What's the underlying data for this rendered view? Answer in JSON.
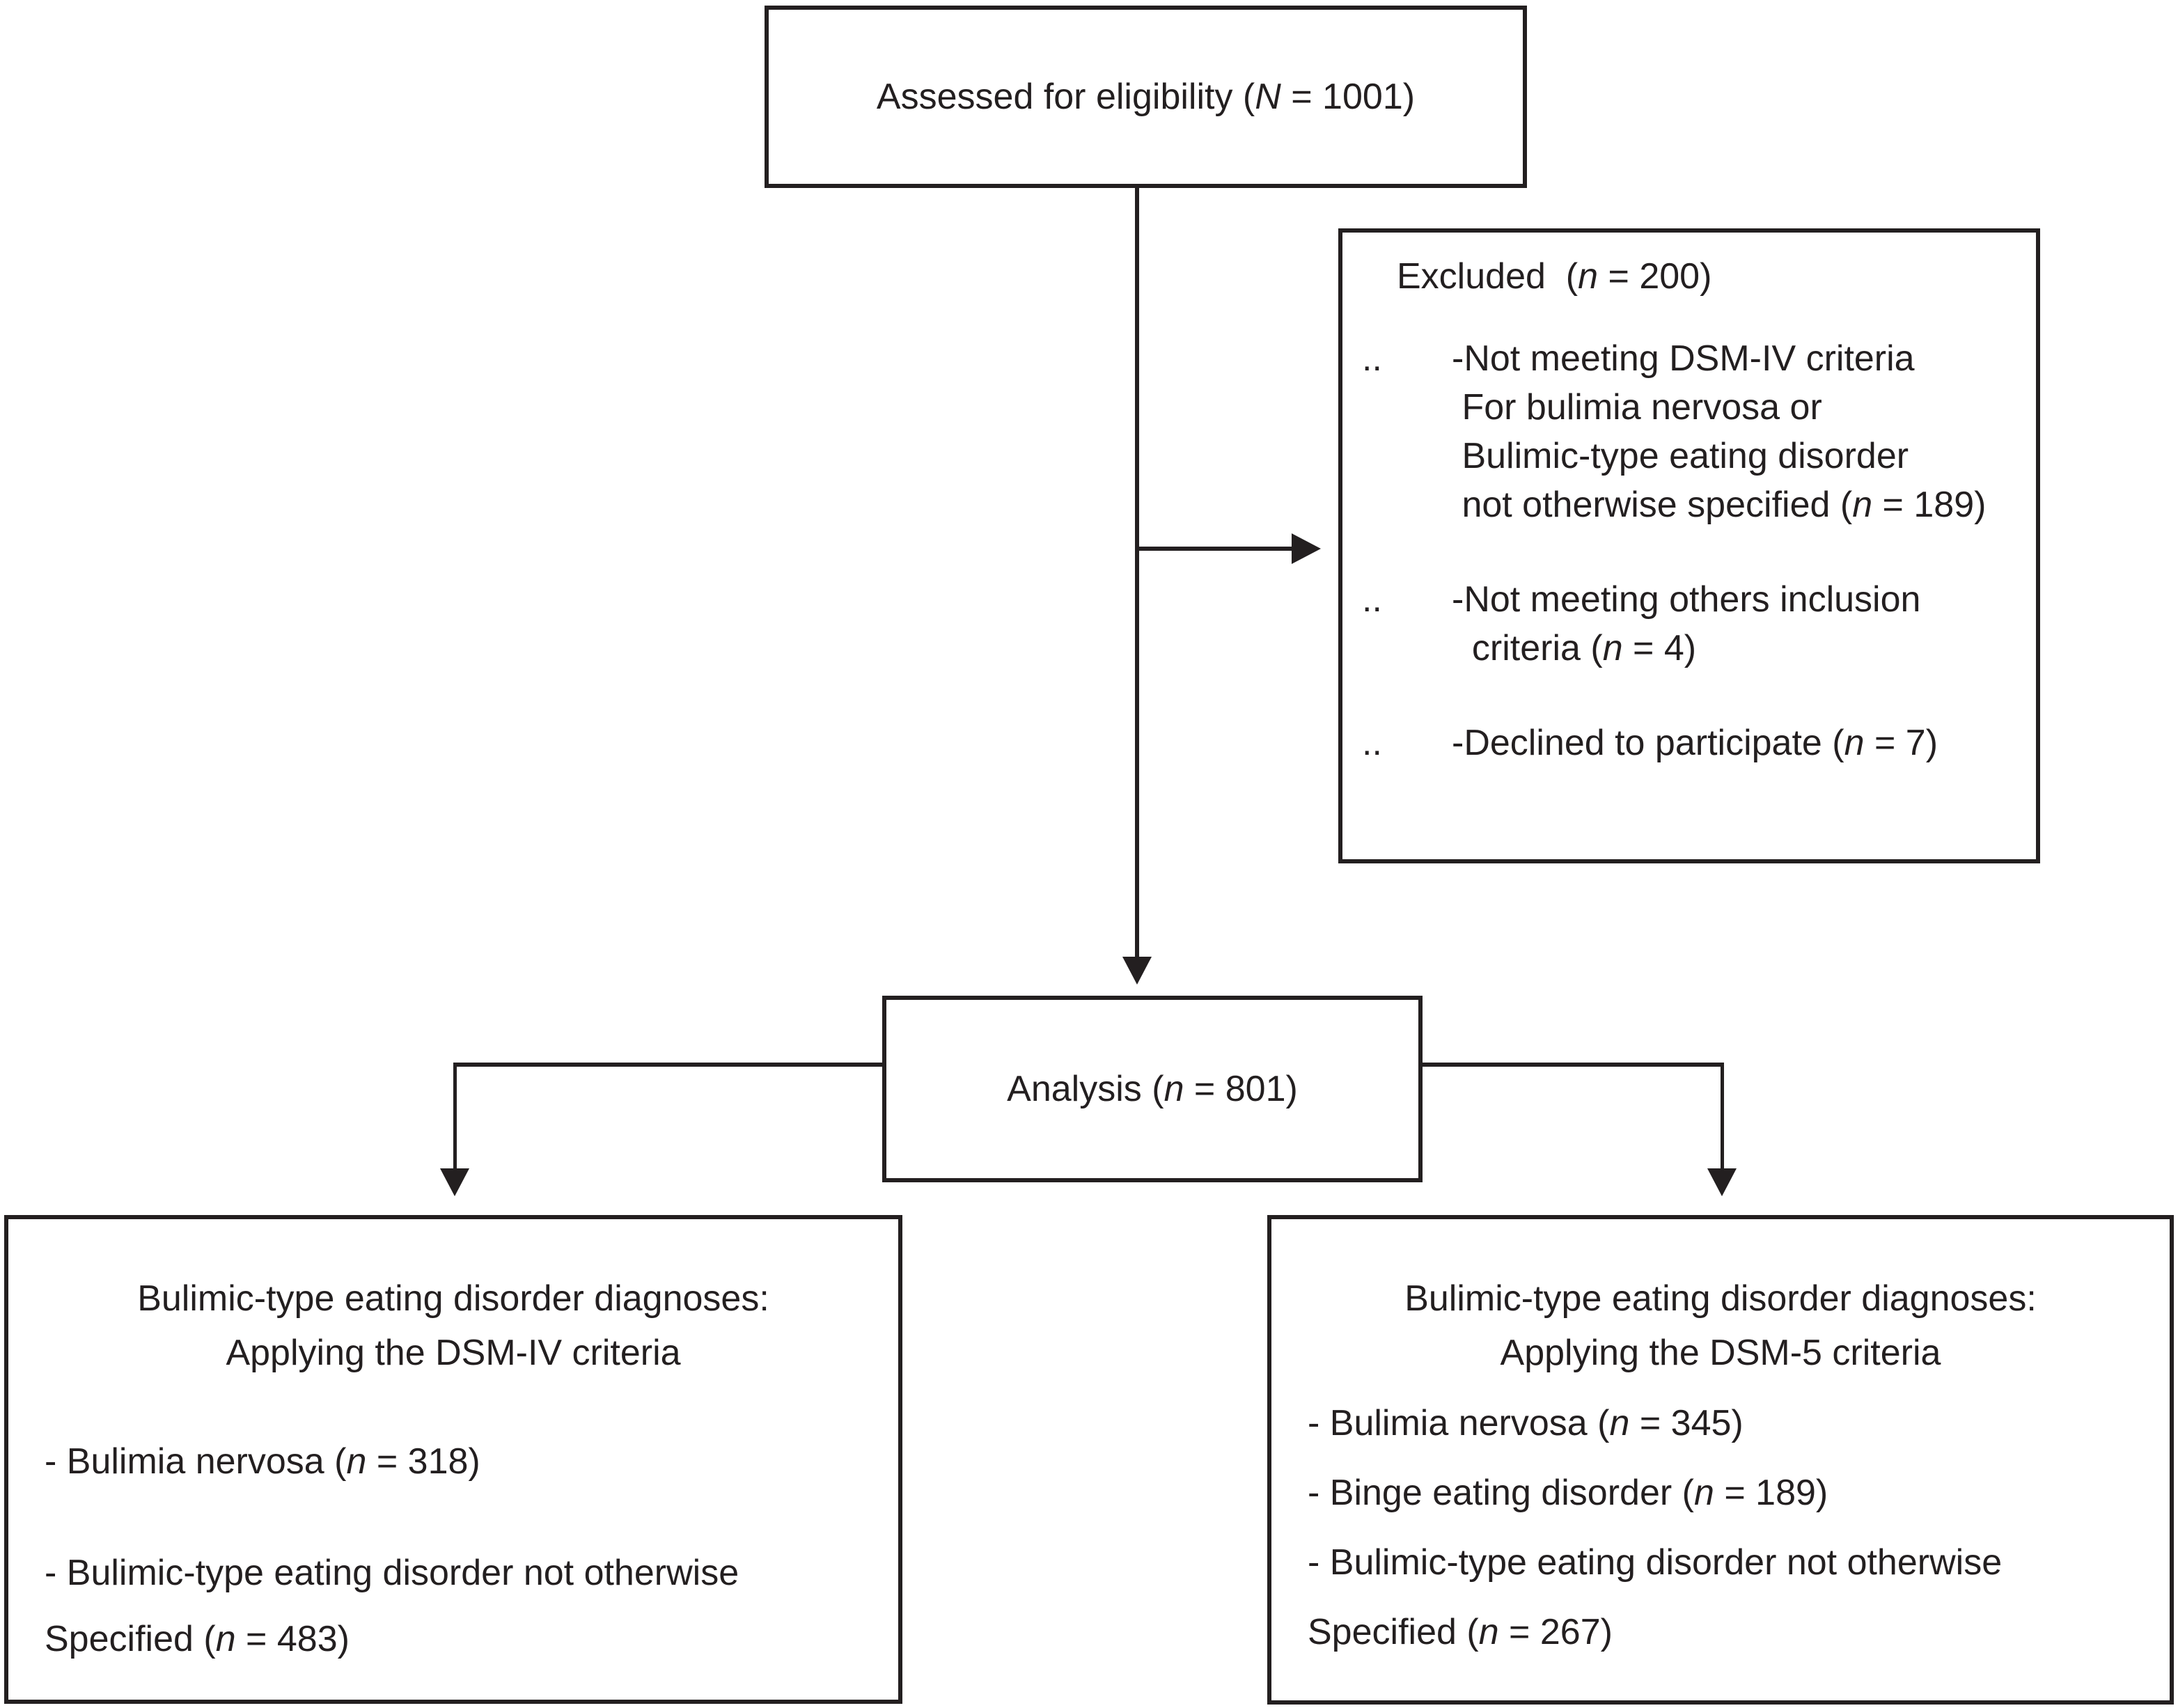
{
  "colors": {
    "ink": "#231f20",
    "background": "#ffffff"
  },
  "diagram": {
    "assessed_box": {
      "label": "Assessed for eligibility (*N* = 1001)"
    },
    "excluded_box": {
      "title": "Excluded  (*n* = 200)",
      "items": [
        {
          "bullet": "..",
          "lines": [
            "-Not meeting DSM-IV criteria",
            " For bulimia nervosa or",
            " Bulimic-type eating disorder",
            " not otherwise specified (*n* = 189)"
          ]
        },
        {
          "bullet": "..",
          "lines": [
            "-Not meeting others inclusion",
            "  criteria (*n* = 4)"
          ]
        },
        {
          "bullet": "..",
          "lines": [
            "-Declined to participate (*n* = 7)"
          ]
        }
      ]
    },
    "analysis_box": {
      "label": "Analysis (*n* = 801)"
    },
    "dsm_iv_box": {
      "title_lines": [
        "Bulimic-type eating disorder diagnoses:",
        "Applying the DSM-IV criteria"
      ],
      "items": [
        [
          "- Bulimia nervosa (*n* = 318)"
        ],
        [
          "- Bulimic-type eating disorder not otherwise",
          "Specified (*n* = 483)"
        ]
      ]
    },
    "dsm_5_box": {
      "title_lines": [
        "Bulimic-type eating disorder diagnoses:",
        "Applying the DSM-5 criteria"
      ],
      "items": [
        [
          "- Bulimia nervosa (*n* = 345)"
        ],
        [
          "- Binge eating disorder (*n* = 189)"
        ],
        [
          "- Bulimic-type eating disorder not otherwise",
          "Specified (*n* = 267)"
        ]
      ]
    }
  }
}
